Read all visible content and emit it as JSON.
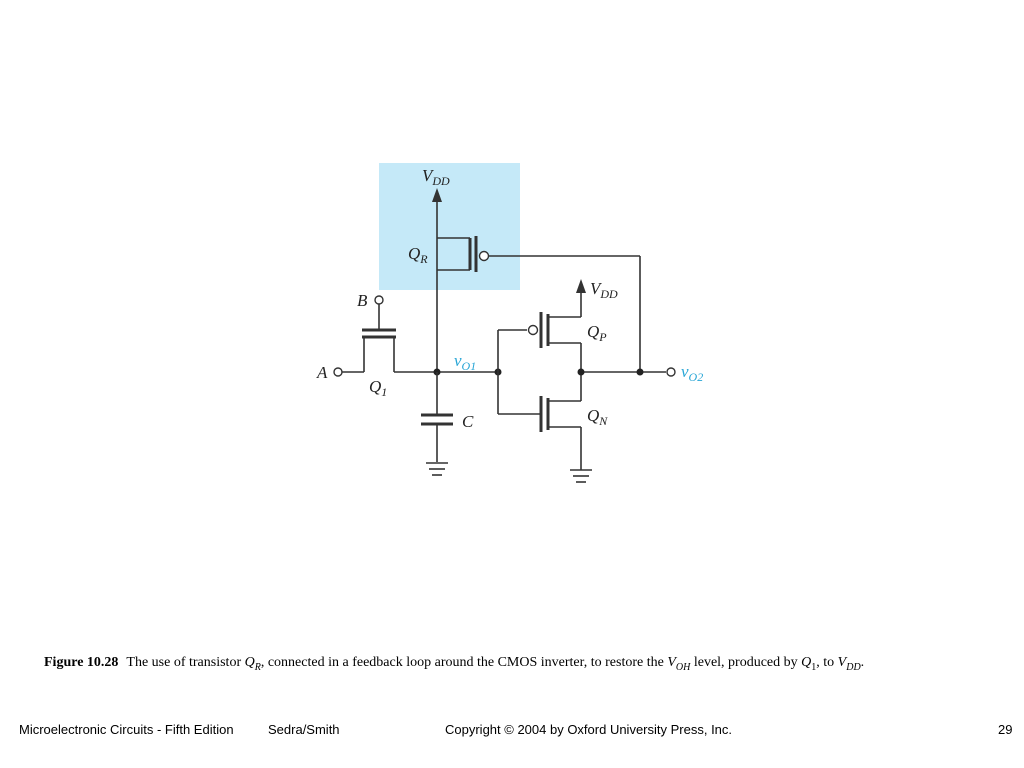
{
  "labels": {
    "vdd_top": "V",
    "vdd_top_sub": "DD",
    "qr": "Q",
    "qr_sub": "R",
    "b_input": "B",
    "a_input": "A",
    "q1": "Q",
    "q1_sub": "1",
    "vo1": "v",
    "vo1_sub": "O1",
    "capacitor": "C",
    "vdd_right": "V",
    "vdd_right_sub": "DD",
    "qp": "Q",
    "qp_sub": "P",
    "qn": "Q",
    "qn_sub": "N",
    "vo2": "v",
    "vo2_sub": "O2"
  },
  "colors": {
    "highlight": "#c5e9f8",
    "node_label": "#29a6d6"
  },
  "caption": {
    "figure": "Figure 10.28",
    "text_1": "The use of transistor ",
    "q": "Q",
    "q_sub": "R",
    "text_2": ", connected in a feedback loop around the CMOS inverter, to restore the ",
    "v": "V",
    "v_sub": "OH",
    "text_3": " level, produced by ",
    "q1": "Q",
    "q1_sub": "1",
    "text_4": ", to ",
    "vdd": "V",
    "vdd_sub": "DD",
    "text_5": "."
  },
  "footer": {
    "book": "Microelectronic Circuits - Fifth Edition",
    "authors": "Sedra/Smith",
    "copyright": "Copyright © 2004 by Oxford University Press, Inc.",
    "page": "29"
  }
}
